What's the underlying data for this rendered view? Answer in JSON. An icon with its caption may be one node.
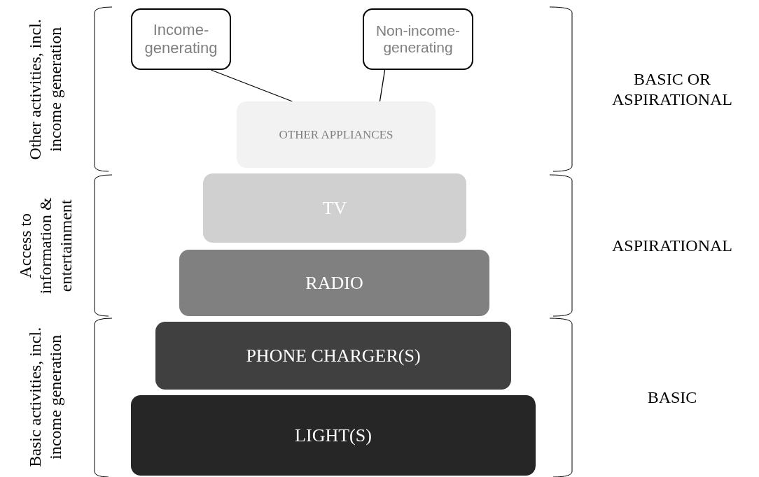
{
  "diagram": {
    "nodes": [
      {
        "text": [
          "Income-generating"
        ]
      },
      {
        "text": [
          "Non-income-generating"
        ]
      },
      {
        "text": [
          "OTHER APPLIANCES"
        ]
      },
      {
        "text": [
          "TV"
        ]
      },
      {
        "text": [
          "RADIO"
        ]
      },
      {
        "text": [
          "PHONE CHARGER(S)"
        ]
      },
      {
        "text": [
          "LIGHT(S)"
        ]
      }
    ],
    "edges": [
      {
        "from": 0,
        "to": 2,
        "arrow": "none"
      },
      {
        "from": 1,
        "to": 2,
        "arrow": "none"
      }
    ],
    "labels": [
      "Other activities, incl. income generation",
      "BASIC OR ASPIRATIONAL",
      "Access to information & entertainment",
      "ASPIRATIONAL",
      "Basic activities, incl. income generation",
      "BASIC"
    ]
  }
}
